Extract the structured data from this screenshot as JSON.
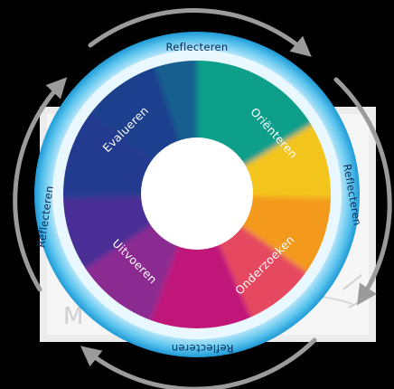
{
  "diagram": {
    "phases": [
      {
        "id": "orienteren",
        "label": "Oriënteren"
      },
      {
        "id": "onderzoeken",
        "label": "Onderzoeken"
      },
      {
        "id": "uitvoeren",
        "label": "Uitvoeren"
      },
      {
        "id": "evalueren",
        "label": "Evalueren"
      }
    ],
    "reflect_labels": [
      "Reflecteren",
      "Reflecteren",
      "Reflecteren",
      "Reflecteren"
    ],
    "background_sketch_text": "M"
  },
  "colors": {
    "background": "#000000",
    "outer_ring": "#3fb6e6",
    "outer_ring_glow": "#e8f7fd",
    "arrows": "#9b9b9b",
    "phase_text": "#ffffff",
    "reflect_text": "#0b2a55",
    "center": "#ffffff"
  }
}
